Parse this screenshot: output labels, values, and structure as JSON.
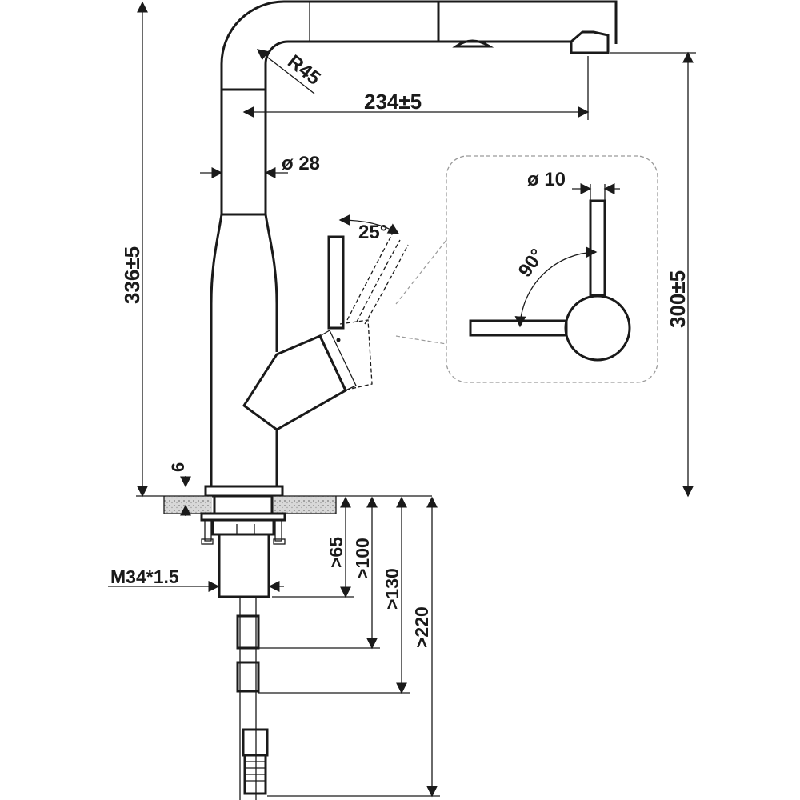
{
  "drawing": {
    "dimensions": {
      "total_height": "336±5",
      "spout_height": "300±5",
      "spout_reach": "234±5",
      "spout_radius": "R45",
      "spout_diameter": "ø 28",
      "handle_angle": "25°",
      "lever_diameter": "ø 10",
      "lever_angle": "90°",
      "deck_thickness": "6",
      "thread": "M34*1.5",
      "min_65": ">65",
      "min_100": ">100",
      "min_130": ">130",
      "min_220": ">220"
    },
    "colors": {
      "ink": "#1a1a1a",
      "detail_box": "#9a9a9a"
    }
  }
}
